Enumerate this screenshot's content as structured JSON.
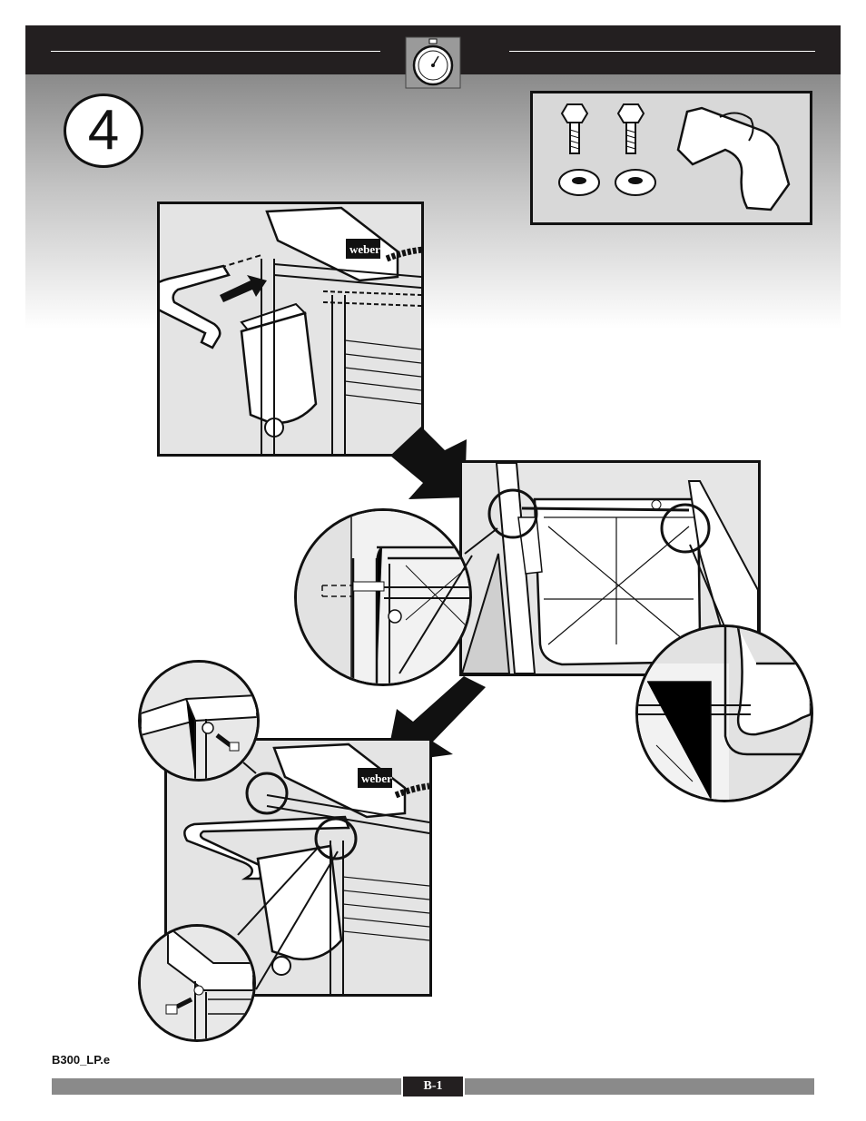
{
  "header": {
    "step_number": "4"
  },
  "parts": {
    "icons": [
      "bolt-icon",
      "bolt-icon",
      "washer-icon",
      "washer-icon",
      "bracket-icon"
    ]
  },
  "figures": {
    "top": {
      "brand": "weber"
    },
    "bottom": {
      "brand": "weber"
    }
  },
  "footer": {
    "document_code": "B300_LP.e",
    "page_number": "B-1"
  },
  "colors": {
    "header_bg": "#231f20",
    "footer_bar": "#8a8a8a",
    "line_art": "#111111"
  }
}
